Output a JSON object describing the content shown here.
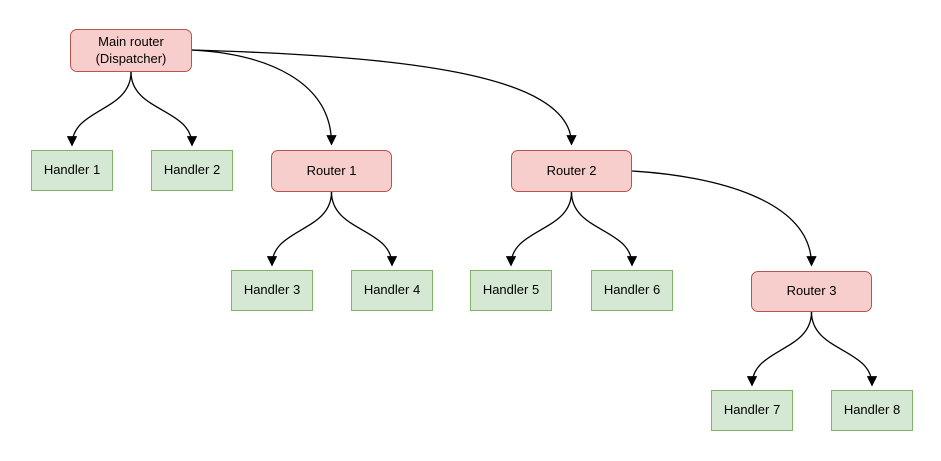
{
  "diagram": {
    "colors": {
      "router_fill": "#f8cecc",
      "router_border": "#b85450",
      "handler_fill": "#d5e8d4",
      "handler_border": "#82b366",
      "edge": "#000000",
      "background": "#ffffff"
    },
    "nodes": [
      {
        "id": "main-router",
        "label": "Main router\n(Dispatcher)",
        "type": "router"
      },
      {
        "id": "handler-1",
        "label": "Handler 1",
        "type": "handler"
      },
      {
        "id": "handler-2",
        "label": "Handler 2",
        "type": "handler"
      },
      {
        "id": "router-1",
        "label": "Router 1",
        "type": "router"
      },
      {
        "id": "router-2",
        "label": "Router 2",
        "type": "router"
      },
      {
        "id": "handler-3",
        "label": "Handler 3",
        "type": "handler"
      },
      {
        "id": "handler-4",
        "label": "Handler 4",
        "type": "handler"
      },
      {
        "id": "handler-5",
        "label": "Handler 5",
        "type": "handler"
      },
      {
        "id": "handler-6",
        "label": "Handler 6",
        "type": "handler"
      },
      {
        "id": "router-3",
        "label": "Router 3",
        "type": "router"
      },
      {
        "id": "handler-7",
        "label": "Handler 7",
        "type": "handler"
      },
      {
        "id": "handler-8",
        "label": "Handler 8",
        "type": "handler"
      }
    ],
    "edges": [
      {
        "from": "main-router",
        "to": "handler-1"
      },
      {
        "from": "main-router",
        "to": "handler-2"
      },
      {
        "from": "main-router",
        "to": "router-1"
      },
      {
        "from": "main-router",
        "to": "router-2"
      },
      {
        "from": "router-1",
        "to": "handler-3"
      },
      {
        "from": "router-1",
        "to": "handler-4"
      },
      {
        "from": "router-2",
        "to": "handler-5"
      },
      {
        "from": "router-2",
        "to": "handler-6"
      },
      {
        "from": "router-2",
        "to": "router-3"
      },
      {
        "from": "router-3",
        "to": "handler-7"
      },
      {
        "from": "router-3",
        "to": "handler-8"
      }
    ]
  }
}
